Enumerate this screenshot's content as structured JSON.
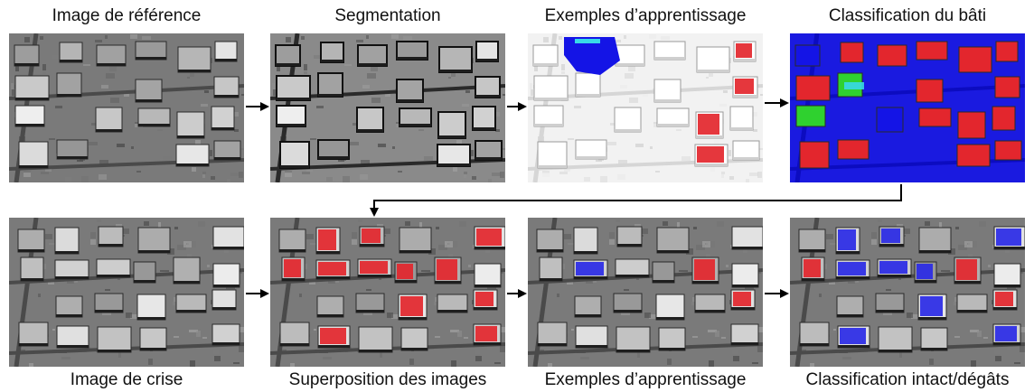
{
  "panels": [
    {
      "id": "p1",
      "title": "Image de référence",
      "style": "gray",
      "overlay": "none",
      "seed": 11
    },
    {
      "id": "p2",
      "title": "Segmentation",
      "style": "segment",
      "overlay": "none",
      "seed": 11
    },
    {
      "id": "p3",
      "title": "Exemples d’apprentissage",
      "style": "white",
      "overlay": "samples1",
      "seed": 11
    },
    {
      "id": "p4",
      "title": "Classification du bâti",
      "style": "blue",
      "overlay": "classify",
      "seed": 11
    },
    {
      "id": "p5",
      "title": "Image de crise",
      "style": "gray",
      "overlay": "none",
      "seed": 23
    },
    {
      "id": "p6",
      "title": "Superposition des images",
      "style": "gray",
      "overlay": "red",
      "seed": 23
    },
    {
      "id": "p7",
      "title": "Exemples d’apprentissage",
      "style": "gray",
      "overlay": "samples2",
      "seed": 23
    },
    {
      "id": "p8",
      "title": "Classification intact/dégâts",
      "style": "gray",
      "overlay": "redblue",
      "seed": 23
    }
  ],
  "colors": {
    "bati": "#e3262d",
    "sol": "#1414e6",
    "vegetation": "#2fd12f",
    "degats": "#2a2ae6",
    "cyan": "#38d8e8",
    "arrow": "#000000"
  }
}
